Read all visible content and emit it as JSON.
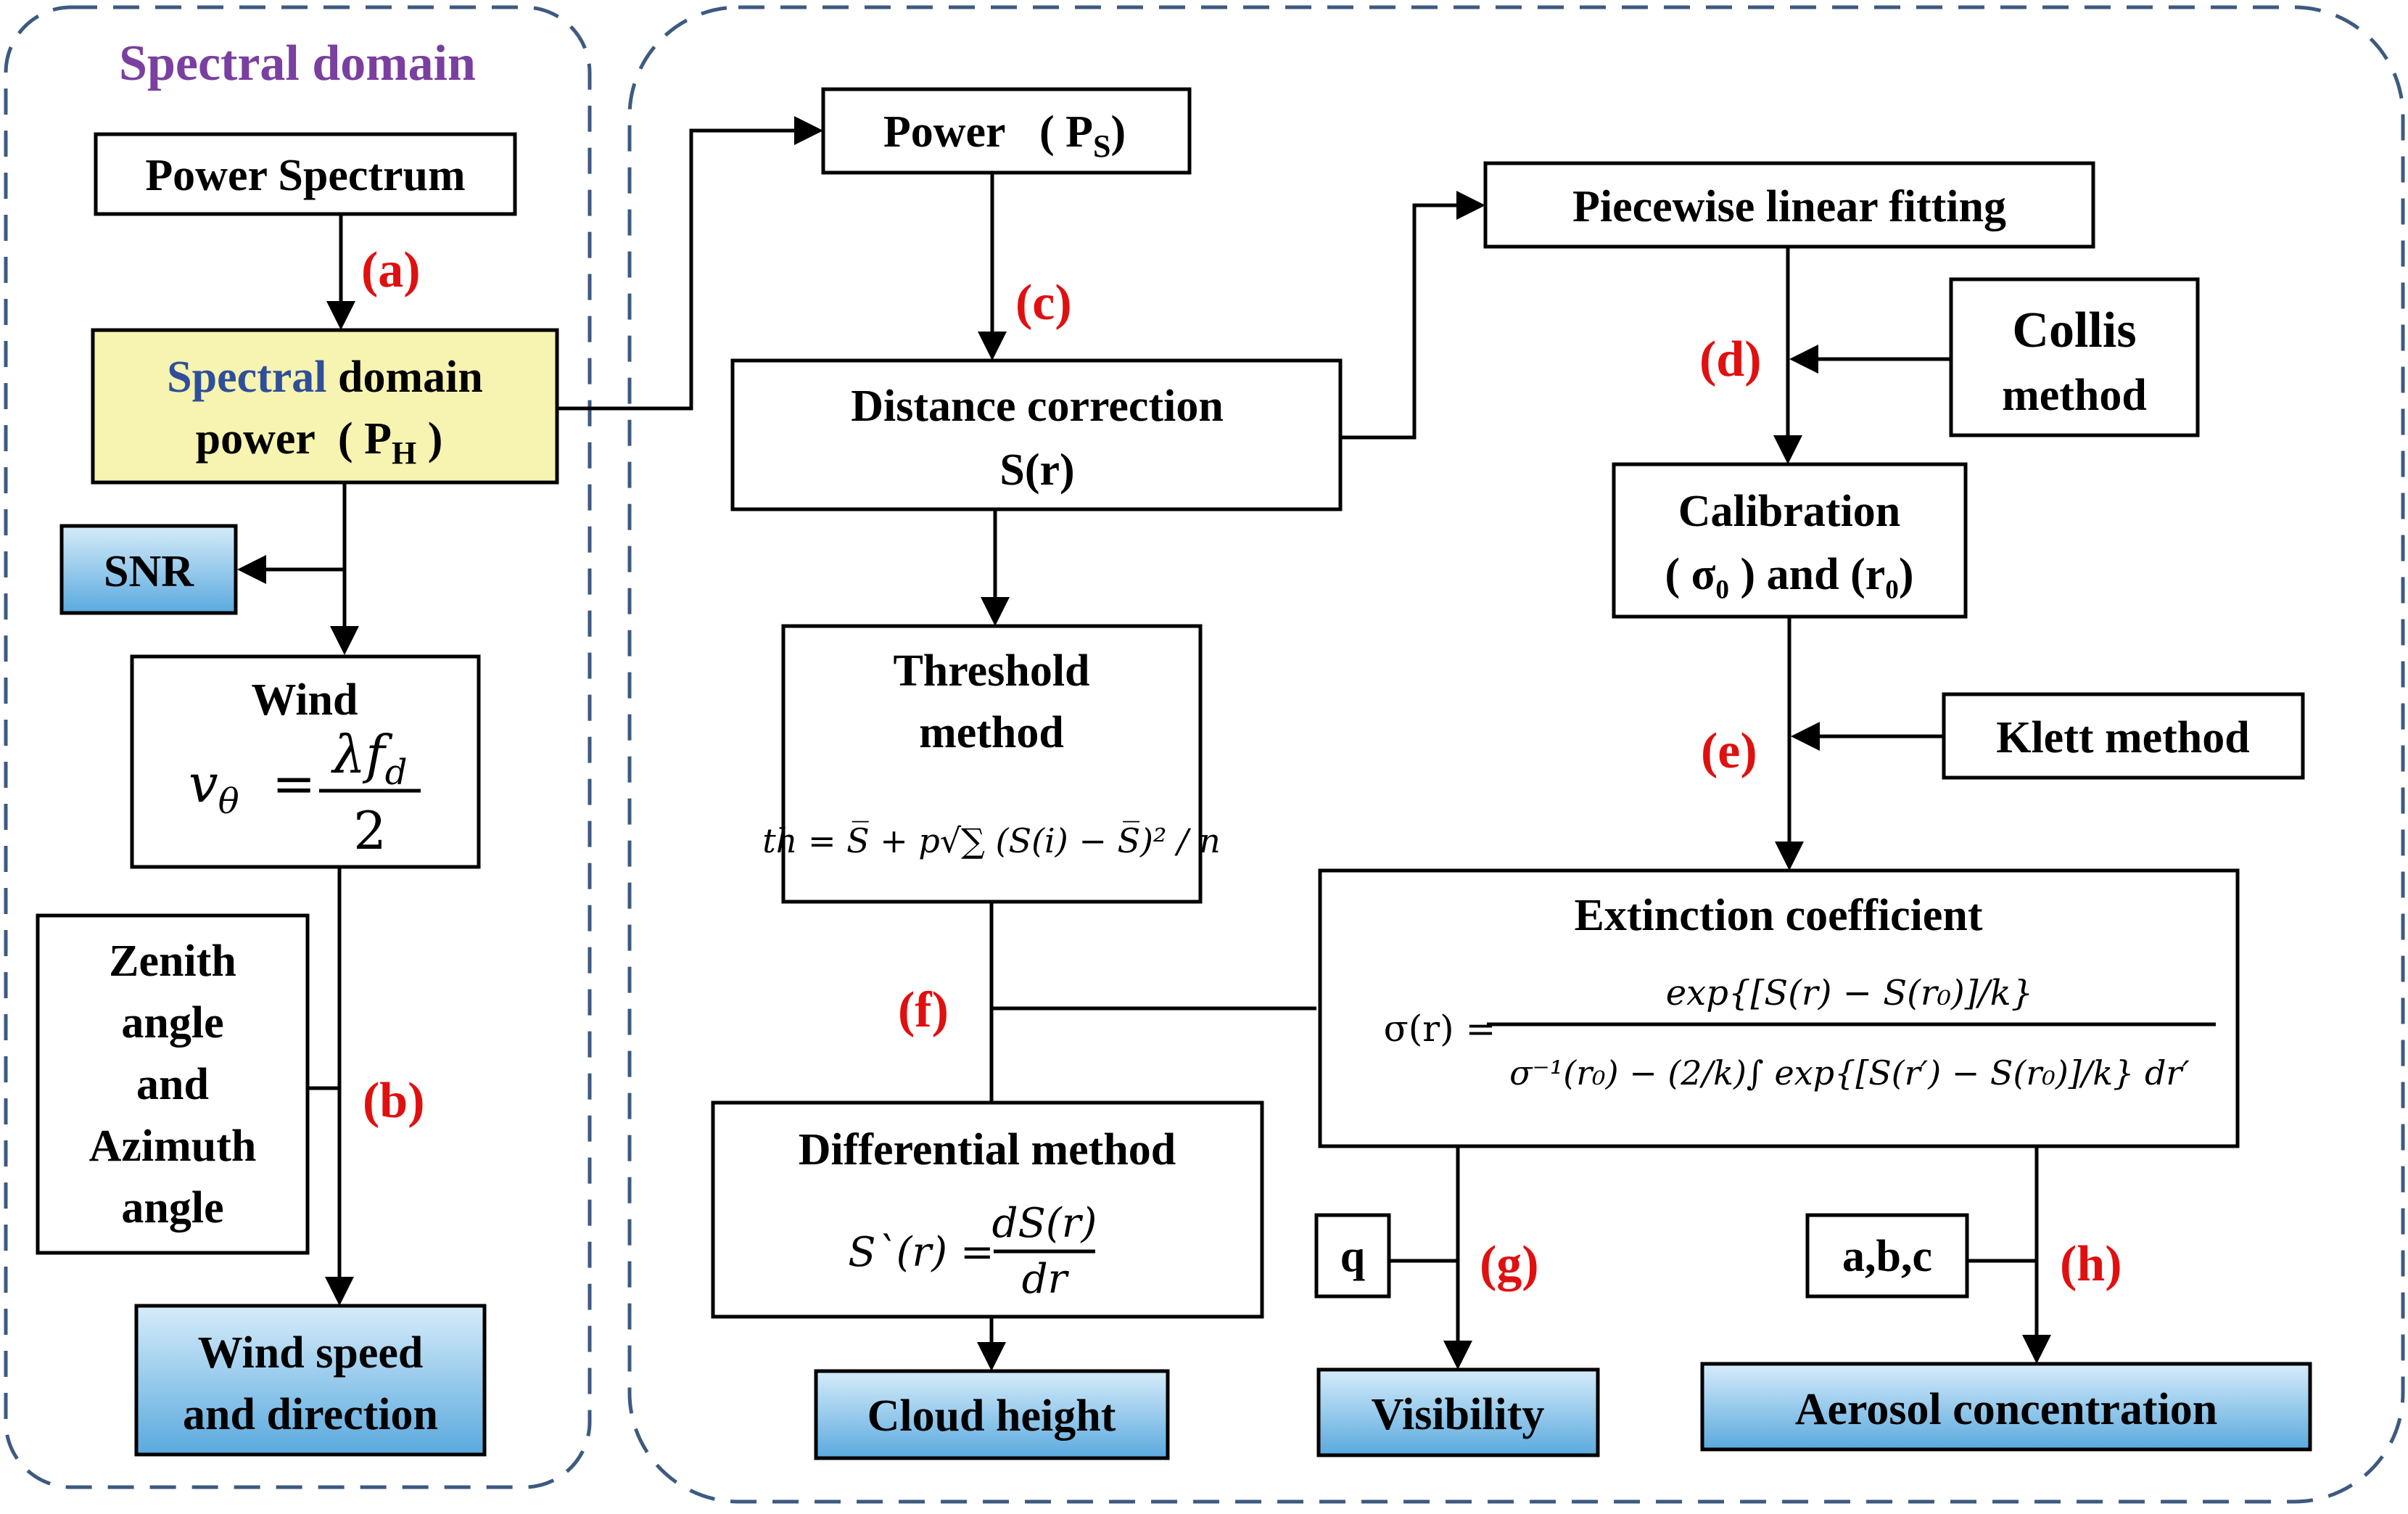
{
  "section_title": "Spectral domain",
  "labels": {
    "a": "(a)",
    "b": "(b)",
    "c": "(c)",
    "d": "(d)",
    "e": "(e)",
    "f": "(f)",
    "g": "(g)",
    "h": "(h)"
  },
  "nodes": {
    "power_spectrum": "Power Spectrum",
    "spectral_power_line1_part1": "Spectral",
    "spectral_power_line1_part2": " domain",
    "spectral_power_line2": "power  ( P",
    "spectral_power_sub": "H",
    "spectral_power_close": " )",
    "snr": "SNR",
    "wind_title": "Wind",
    "wind_formula_lhs": "v",
    "wind_formula_lhs_sub": "θ",
    "wind_formula_eq": "=",
    "wind_formula_num": "λf",
    "wind_formula_num_sub": "d",
    "wind_formula_den": "2",
    "zenith_lines": [
      "Zenith",
      "angle",
      "and",
      "Azimuth",
      "angle"
    ],
    "wind_speed_lines": [
      "Wind speed",
      "and direction"
    ],
    "power_ps": "Power   ( P",
    "power_ps_sub": "S",
    "power_ps_close": ")",
    "distance_lines": [
      "Distance correction",
      "S(r)"
    ],
    "threshold_lines": [
      "Threshold",
      "method"
    ],
    "threshold_formula": "th = S̅ + p√∑ (S(i) − S̅)² / n",
    "differential_title": "Differential method",
    "differential_formula_lhs": "S`(r) =",
    "differential_formula_num": "dS(r)",
    "differential_formula_den": "dr",
    "cloud_height": "Cloud height",
    "piecewise": "Piecewise linear fitting",
    "collis_lines": [
      "Collis",
      "method"
    ],
    "calibration_title": "Calibration",
    "calibration_line2": "( σ₀ ) and (r₀)",
    "klett": "Klett method",
    "extinction_title": "Extinction coefficient",
    "extinction_lhs": "σ(r) =",
    "extinction_num": "exp{[S(r) − S(r₀)]/k}",
    "extinction_den": "σ⁻¹(r₀) − (2/k)∫ exp{[S(r′) − S(r₀)]/k} dr′",
    "q": "q",
    "abc": "a,b,c",
    "visibility": "Visibility",
    "aerosol": "Aerosol concentration"
  },
  "colors": {
    "yellow_fill": "#f7f3b0",
    "blue_top": "#d6ecfa",
    "blue_bottom": "#5aa9de",
    "label_red": "#e01010",
    "title_purple": "#7a3fa0",
    "dash_border": "#3d5a80"
  }
}
